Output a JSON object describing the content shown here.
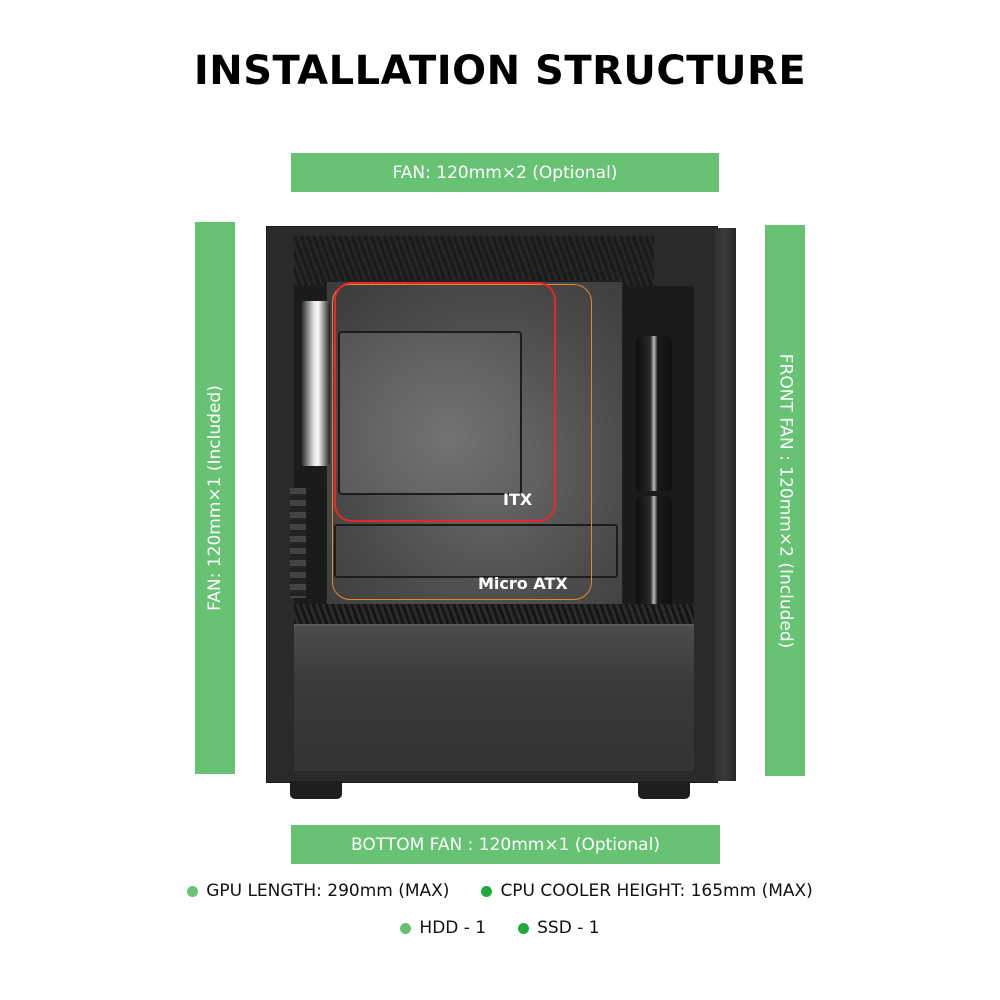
{
  "title": "INSTALLATION STRUCTURE",
  "colors": {
    "label_bar": "#67c273",
    "itx_outline": "#e8262b",
    "matx_outline": "#e08a2b",
    "bullet_light": "#67c273",
    "bullet_dark": "#22a83a"
  },
  "labels": {
    "top_fan": "FAN: 120mm×2 (Optional)",
    "rear_fan": "FAN: 120mm×1 (Included)",
    "front_fan": "FRONT FAN : 120mm×2 (Included)",
    "bottom_fan": "BOTTOM FAN : 120mm×1 (Optional)"
  },
  "boards": {
    "itx": "ITX",
    "matx": "Micro ATX"
  },
  "specs": {
    "row1": [
      {
        "text": "GPU LENGTH: 290mm (MAX)",
        "bullet": "light"
      },
      {
        "text": "CPU COOLER HEIGHT: 165mm (MAX)",
        "bullet": "dark"
      }
    ],
    "row2": [
      {
        "text": "HDD - 1",
        "bullet": "light"
      },
      {
        "text": "SSD - 1",
        "bullet": "dark"
      }
    ]
  }
}
